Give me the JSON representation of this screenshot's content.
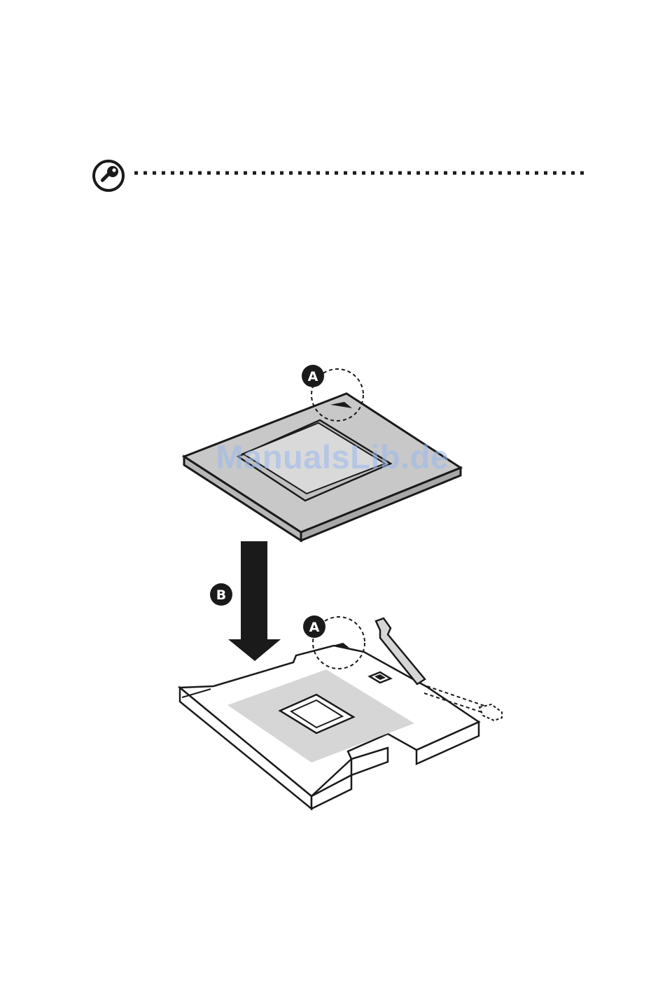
{
  "note": {
    "icon": "key-icon"
  },
  "figure": {
    "callouts": {
      "processor_corner": "A",
      "insert_direction": "B",
      "socket_corner": "A"
    }
  },
  "watermark": {
    "text": "ManualsLib.de"
  },
  "colors": {
    "ink": "#1a1a1a",
    "processor_gray": "#c8c8c8",
    "processor_die": "#d4d4d4",
    "socket_gray": "#d6d6d6",
    "watermark": "#9ab8f0"
  }
}
